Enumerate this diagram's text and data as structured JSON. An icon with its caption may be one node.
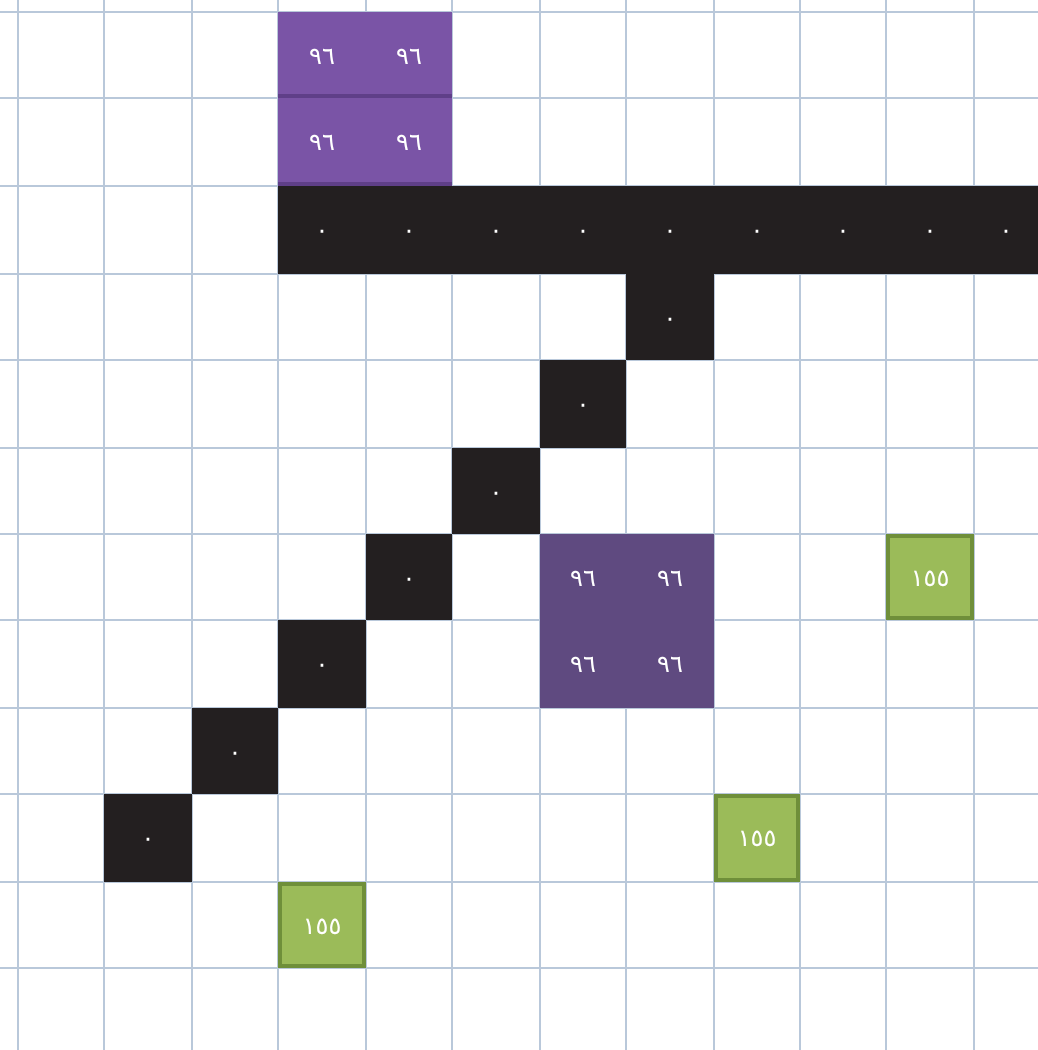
{
  "diagram": {
    "nodes": [
      {
        "text": [
          "٩٦"
        ]
      },
      {
        "text": [
          "٩٦"
        ]
      },
      {
        "text": [
          "٩٦"
        ]
      },
      {
        "text": [
          "٩٦"
        ]
      },
      {
        "text": [
          "٠"
        ]
      },
      {
        "text": [
          "٠"
        ]
      },
      {
        "text": [
          "٠"
        ]
      },
      {
        "text": [
          "٠"
        ]
      },
      {
        "text": [
          "٠"
        ]
      },
      {
        "text": [
          "٠"
        ]
      },
      {
        "text": [
          "٠"
        ]
      },
      {
        "text": [
          "٠"
        ]
      },
      {
        "text": [
          "٠"
        ]
      },
      {
        "text": [
          "٠"
        ]
      },
      {
        "text": [
          "٠"
        ]
      },
      {
        "text": [
          "٠"
        ]
      },
      {
        "text": [
          "٠"
        ]
      },
      {
        "text": [
          "٩٦"
        ]
      },
      {
        "text": [
          "٩٦"
        ]
      },
      {
        "text": [
          "١٥٥"
        ]
      },
      {
        "text": [
          "٠"
        ]
      },
      {
        "text": [
          "٩٦"
        ]
      },
      {
        "text": [
          "٩٦"
        ]
      },
      {
        "text": [
          "٠"
        ]
      },
      {
        "text": [
          "٠"
        ]
      },
      {
        "text": [
          "١٥٥"
        ]
      },
      {
        "text": [
          "١٥٥"
        ]
      }
    ]
  }
}
